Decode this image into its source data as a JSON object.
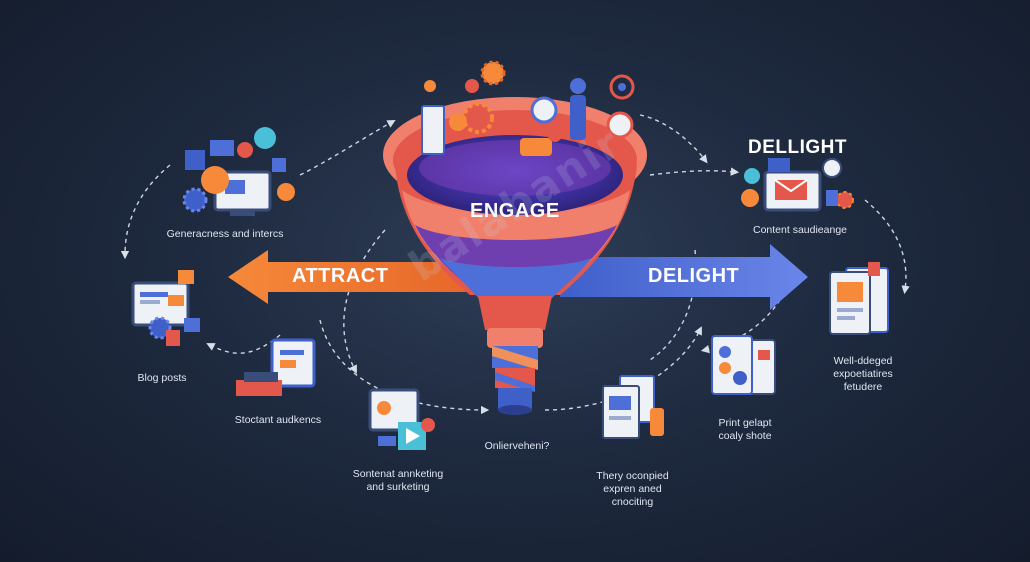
{
  "funnel": {
    "center_label": "ENGAGE"
  },
  "arrows": {
    "left_label": "ATTRACT",
    "right_label": "DELIGHT"
  },
  "top_right_heading": "DELLIGHT",
  "labels": {
    "top_left": "Generacness and intercs",
    "left": "Blog posts",
    "left_lower": "Stoctant audkencs",
    "bottom_left": "Sontenat annketing\nand surketing",
    "bottom_center": "Onlierveheni?",
    "bottom_center_right": "Thery oconpied\nexpren aned\ncnociting",
    "right_lower": "Print gelapt\ncoaly shote",
    "right": "Well-ddeged\nexpoetiatires\nfetudere",
    "top_right": "Content saudieange"
  },
  "watermark": "balabanir",
  "colors": {
    "attract_orange": "#f07a2e",
    "delight_blue": "#4f6fd8",
    "funnel_red": "#e4574b",
    "funnel_purple": "#6f3fb0",
    "funnel_coral": "#f0806c",
    "background": "#1e2a3f"
  },
  "icons": [
    "gear-icon",
    "monitor-icon",
    "lock-icon",
    "chat-bubble-icon",
    "chart-icon",
    "document-icon",
    "person-icon",
    "target-icon",
    "envelope-icon",
    "video-icon",
    "image-icon"
  ]
}
